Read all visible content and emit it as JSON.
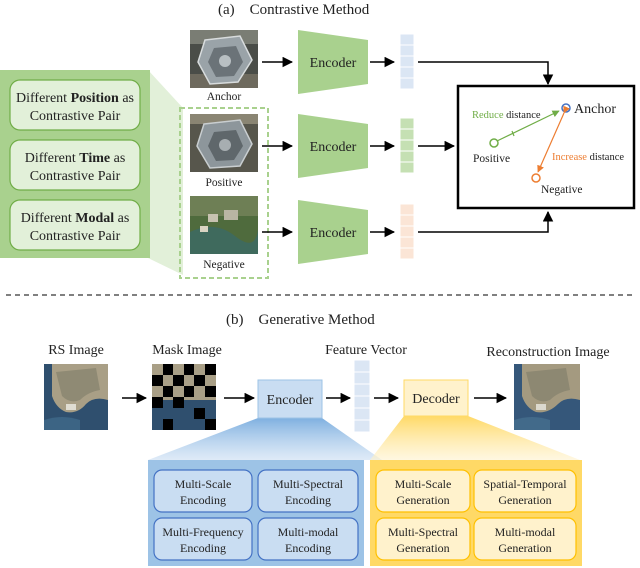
{
  "contrastive": {
    "title": "(a)    Contrastive Method",
    "pairs": [
      [
        "Different ",
        "Position",
        " as",
        "Contrastive Pair"
      ],
      [
        "Different ",
        "Time",
        " as",
        "Contrastive Pair"
      ],
      [
        "Different ",
        "Modal",
        " as",
        "Contrastive Pair"
      ]
    ],
    "images": {
      "anchor": "Anchor",
      "positive": "Positive",
      "negative": "Negative"
    },
    "encoder": "Encoder",
    "space": {
      "anchor": "Anchor",
      "positive": "Positive",
      "negative": "Negative",
      "reduce_word": "Reduce",
      "reduce_rest": " distance",
      "increase_word": "Increase",
      "increase_rest": " distance"
    }
  },
  "generative": {
    "title": "(b)    Generative Method",
    "rs_image": "RS Image",
    "mask_image": "Mask Image",
    "feature_vector": "Feature Vector",
    "reconstruction_image": "Reconstruction Image",
    "encoder": "Encoder",
    "decoder": "Decoder",
    "encoder_tasks": [
      [
        "Multi-Scale",
        "Encoding"
      ],
      [
        "Multi-Spectral",
        "Encoding"
      ],
      [
        "Multi-Frequency",
        "Encoding"
      ],
      [
        "Multi-modal",
        "Encoding"
      ]
    ],
    "decoder_tasks": [
      [
        "Multi-Scale",
        "Generation"
      ],
      [
        "Spatial-Temporal",
        "Generation"
      ],
      [
        "Multi-Spectral",
        "Generation"
      ],
      [
        "Multi-modal",
        "Generation"
      ]
    ]
  },
  "colors": {
    "green_fill": "#c5e0b3",
    "green_pale": "#e2f0d9",
    "green_line": "#70ad47",
    "enc_green": "#a9d18e",
    "blue_fill": "#c9ddf2",
    "blue_vec": "#dbe6f4",
    "blue_line": "#4472c4",
    "blue_bg": "#9dc3e6",
    "yellow_fill": "#fff2cc",
    "yellow_line": "#ffc000",
    "yellow_bg": "#ffd966",
    "orange_line": "#ed7d31",
    "orange_vec": "#fbe5d6",
    "vec_green": "#c5e0b3"
  }
}
